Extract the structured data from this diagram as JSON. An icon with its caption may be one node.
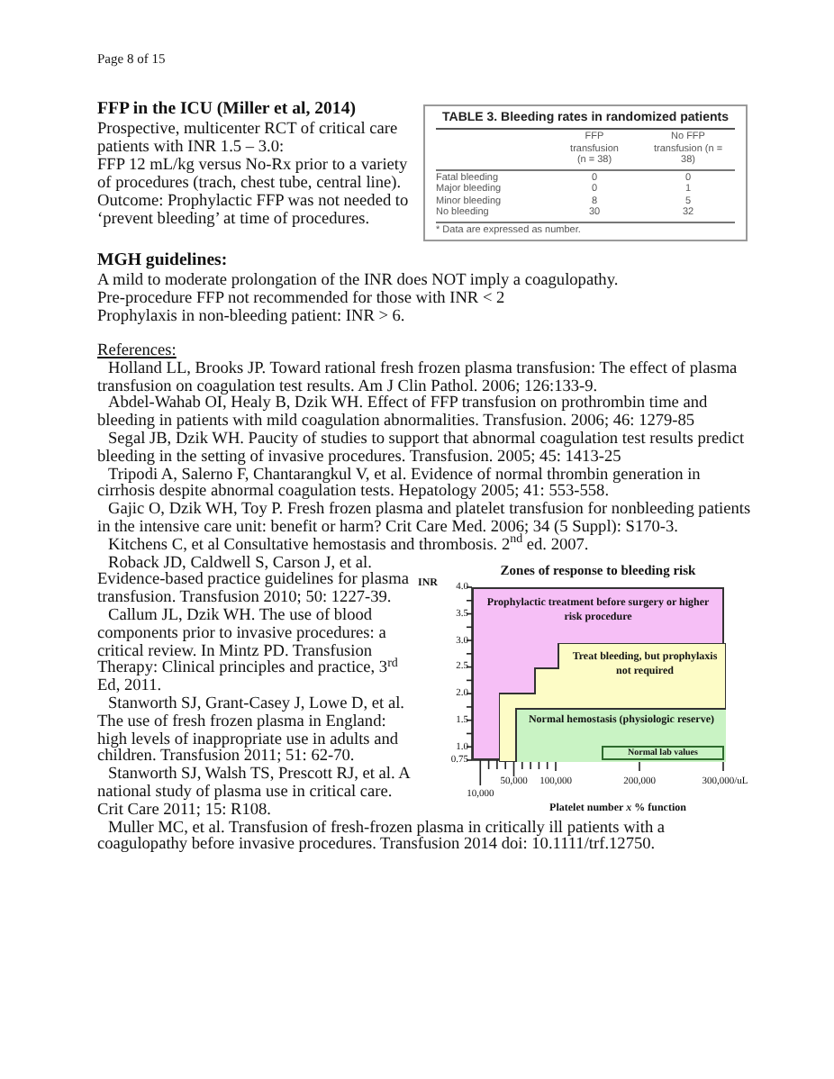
{
  "diagram": {
    "nodes": [
      {
        "text": [
          "TABLE 3. Bleeding rates in randomized patients",
          "* Data are expressed as number."
        ]
      },
      {
        "text": [
          "Prophylactic treatment before surgery or higher risk procedure"
        ]
      },
      {
        "text": [
          "Treat bleeding, but prophylaxis not required"
        ],
        "in": 1
      },
      {
        "text": [
          "Normal hemostasis (physiologic reserve)"
        ],
        "in": 2
      },
      {
        "text": [
          "Normal lab values"
        ],
        "in": 3
      }
    ],
    "labels": [
      "Page 8 of 15",
      "FFP in the ICU (Miller et al, 2014)",
      "Prospective, multicenter RCT of critical care patients with INR 1.5 – 3.0:",
      "FFP 12 mL/kg versus No-Rx prior to a variety of procedures (trach, chest tube, central line).",
      "Outcome:  Prophylactic FFP was not needed to ‘prevent bleeding’ at time of procedures.",
      "FFP transfusion (n = 38)",
      "No FFP transfusion (n = 38)",
      "Fatal bleeding",
      "0",
      "0",
      "Major bleeding",
      "0",
      "1",
      "Minor bleeding",
      "8",
      "5",
      "No bleeding",
      "30",
      "32",
      "MGH guidelines:",
      "A mild to moderate prolongation of the INR does NOT imply a coagulopathy.",
      "Pre-procedure FFP not recommended for those with INR < 2",
      "Prophylaxis in non-bleeding patient: INR > 6.",
      "References:",
      "Holland LL, Brooks JP. Toward rational fresh frozen plasma transfusion: The effect of plasma transfusion on coagulation test results.  Am J Clin Pathol. 2006; 126:133-9.",
      "Abdel-Wahab OI, Healy B, Dzik WH.  Effect of FFP transfusion on prothrombin time and bleeding in patients with mild coagulation abnormalities. Transfusion. 2006; 46: 1279-85",
      "Segal JB, Dzik WH. Paucity of studies to support that abnormal coagulation test results predict bleeding in the setting of invasive procedures. Transfusion. 2005; 45: 1413-25",
      "Tripodi A, Salerno F, Chantarangkul V, et al. Evidence of normal thrombin generation in cirrhosis despite abnormal coagulation tests. Hepatology 2005; 41: 553-558.",
      "Gajic O, Dzik WH, Toy P.  Fresh frozen plasma and platelet transfusion for nonbleeding patients in the intensive care unit: benefit or harm?  Crit Care Med. 2006; 34 (5 Suppl): S170-3.",
      "Kitchens C, et al  Consultative hemostasis and thrombosis. 2$^{nd}$ ed. 2007.",
      "Roback JD, Caldwell S, Carson J, et al. Evidence-based practice guidelines for plasma transfusion. Transfusion  2010; 50: 1227-39.",
      "Callum JL, Dzik WH.  The use of blood components prior to invasive procedures: a critical review. In Mintz PD.  Transfusion Therapy: Clinical principles and practice, 3$^{rd}$ Ed, 2011.",
      "Stanworth SJ, Grant-Casey J, Lowe D, et al. The use of fresh frozen plasma in England: high levels of inappropriate use in adults and children. Transfusion 2011; 51: 62-70.",
      "Stanworth SJ, Walsh TS, Prescott RJ, et al.  A national study of plasma use in critical care. Crit Care 2011; 15: R108.",
      "Muller MC, et al. Transfusion of fresh-frozen plasma in critically ill patients with a coagulopathy before invasive procedures.  Transfusion 2014  doi: 10.1111/trf.12750.",
      "Zones of response to bleeding risk",
      "INR",
      "4.0",
      "3.5",
      "3.0",
      "2.5",
      "2.0",
      "1.5",
      "1.0",
      "0.75",
      "10,000",
      "50,000",
      "100,000",
      "200,000",
      "300,000/uL",
      "Platelet number *x* % function"
    ]
  }
}
